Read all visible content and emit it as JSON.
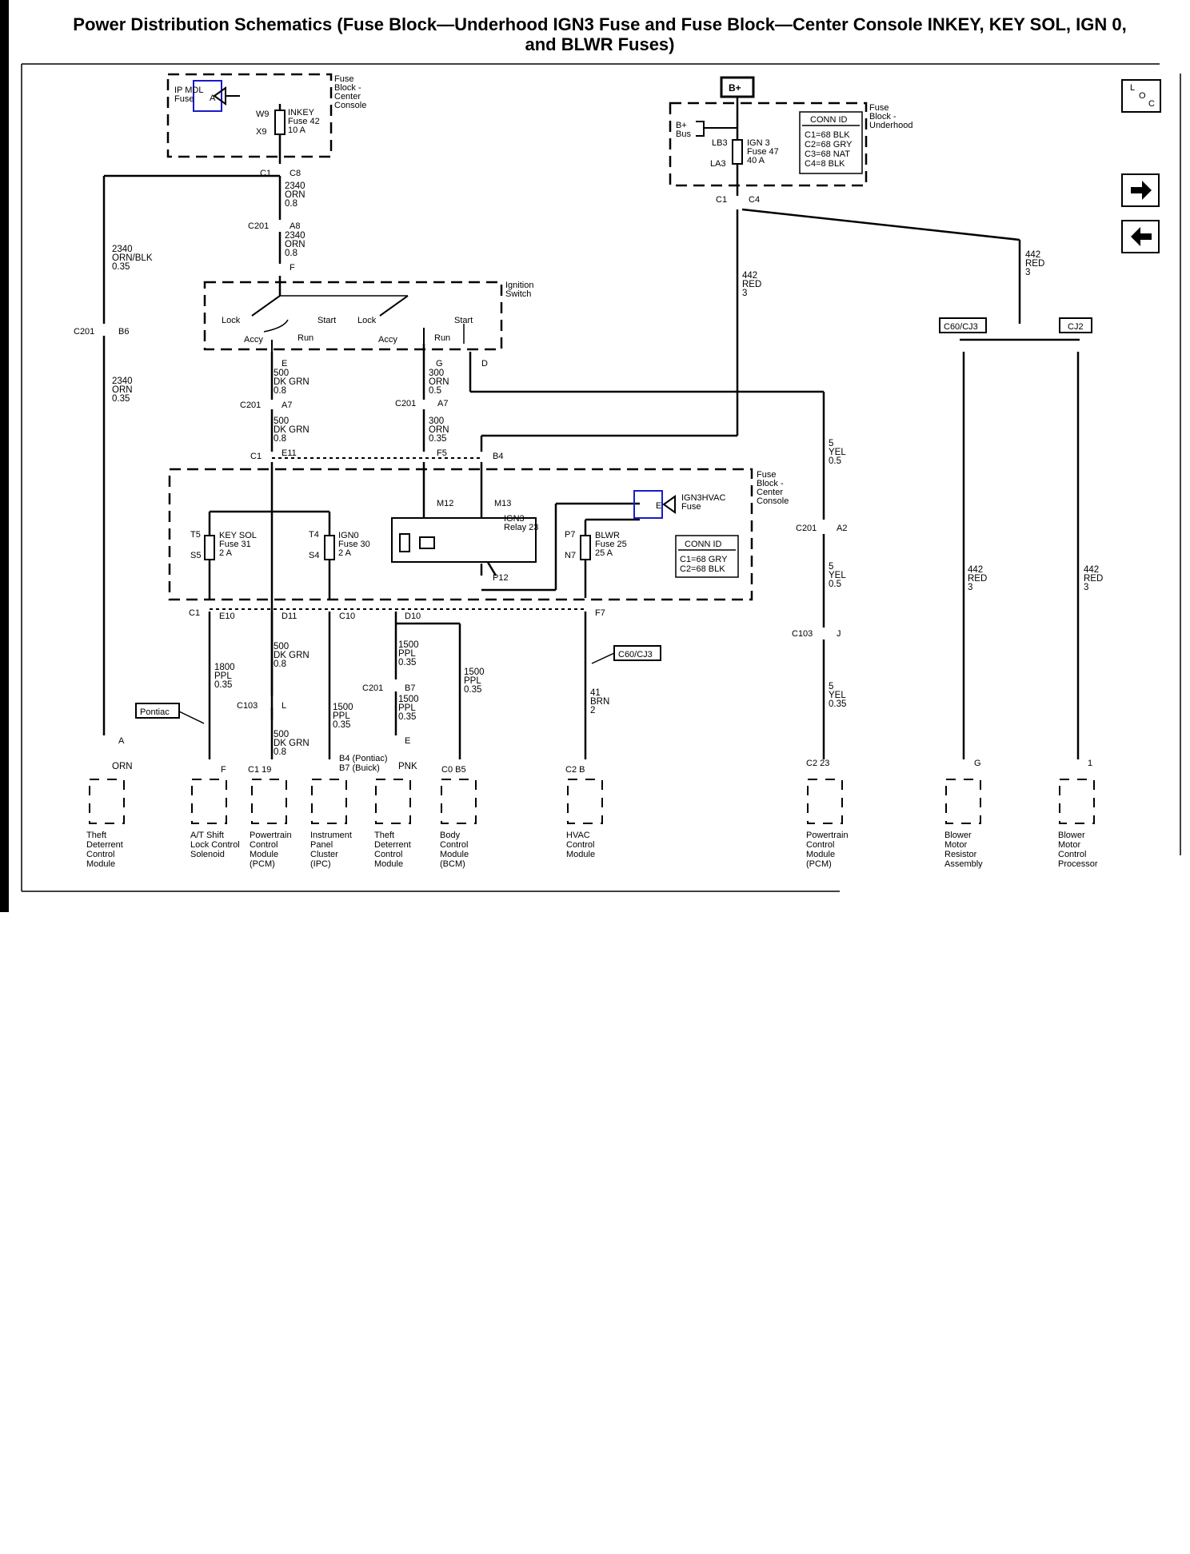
{
  "title": {
    "line1": "Power Distribution Schematics (Fuse Block—Underhood IGN3 Fuse and Fuse Block—Center Console INKEY, KEY SOL, IGN 0,",
    "line2": "and BLWR Fuses)"
  },
  "icons": {
    "loc": "L O C",
    "forward": "arrow-right-icon",
    "back": "arrow-left-icon"
  },
  "center_console_top": {
    "label": "Fuse\nBlock -\nCenter\nConsole",
    "ip_mdl": "IP MDL\nFuse",
    "pin_a": "A",
    "w9": "W9",
    "x9": "X9",
    "fuse": "INKEY\nFuse 42\n10 A"
  },
  "underhood": {
    "bplus": "B+",
    "bus": "B+\nBus",
    "lb3": "LB3",
    "la3": "LA3",
    "fuse": "IGN 3\nFuse 47\n40 A",
    "label": "Fuse\nBlock -\nUnderhood",
    "conn_title": "CONN ID",
    "conn_items": [
      "C1=68 BLK",
      "C2=68 GRY",
      "C3=68 NAT",
      "C4=8 BLK"
    ]
  },
  "conn_labels": {
    "c1_c8": [
      "C1",
      "C8"
    ],
    "c201_a8": [
      "C201",
      "A8"
    ],
    "c201_b6": [
      "C201",
      "B6"
    ],
    "c1_c4": [
      "C1",
      "C4"
    ],
    "pin_f": "F"
  },
  "wires": {
    "w2340_top": "2340\nORN\n0.8",
    "w2340_mid": "2340\nORN\n0.8",
    "w2340_blk": "2340\nORN/BLK\n0.35",
    "w2340_left": "2340\nORN\n0.35",
    "w442_top": "442\nRED\n3",
    "w442_right": "442\nRED\n3",
    "w500_a": "500\nDK GRN\n0.8",
    "w500_b": "500\nDK GRN\n0.8",
    "w300_a": "300\nORN\n0.5",
    "w300_b": "300\nORN\n0.35",
    "w5_a": "5\nYEL\n0.5",
    "w5_b": "5\nYEL\n0.5",
    "w5_c": "5\nYEL\n0.35",
    "w442_blower_a": "442\nRED\n3",
    "w442_blower_b": "442\nRED\n3",
    "w1800": "1800\nPPL\n0.35",
    "w500_c": "500\nDK GRN\n0.8",
    "w500_d": "500\nDK GRN\n0.8",
    "w1500_a": "1500\nPPL\n0.35",
    "w1500_b": "1500\nPPL\n0.35",
    "w1500_c": "1500\nPPL\n0.35",
    "w1500_d": "1500\nPPL\n0.35",
    "w41": "41\nBRN\n2",
    "orn": "ORN",
    "pnk": "PNK"
  },
  "ignition_switch": {
    "label": "Ignition\nSwitch",
    "lock1": "Lock",
    "start1": "Start",
    "accy1": "Accy",
    "run1": "Run",
    "lock2": "Lock",
    "start2": "Start",
    "accy2": "Accy",
    "run2": "Run",
    "pin_e": "E",
    "pin_g": "G",
    "pin_d": "D"
  },
  "mid_conns": {
    "c201_a7_l": [
      "C201",
      "A7"
    ],
    "c201_a7_r": [
      "C201",
      "A7"
    ],
    "c1_e11": [
      "C1",
      "E11"
    ],
    "f5": "F5",
    "b4": "B4",
    "c201_a2": [
      "C201",
      "A2"
    ],
    "c103_j": [
      "C103",
      "J"
    ]
  },
  "center_console_main": {
    "label": "Fuse\nBlock -\nCenter\nConsole",
    "t5": "T5",
    "s5": "S5",
    "key_sol": "KEY SOL\nFuse 31\n2 A",
    "t4": "T4",
    "s4": "S4",
    "ign0": "IGN0\nFuse 30\n2 A",
    "m12": "M12",
    "m13": "M13",
    "p12": "P12",
    "relay": "IGN3\nRelay 23",
    "hvac_fuse": "IGN3HVAC\nFuse",
    "pin_e": "E",
    "p7": "P7",
    "n7": "N7",
    "blwr": "BLWR\nFuse 25\n25 A",
    "conn_title": "CONN ID",
    "conn_items": [
      "C1=68 GRY",
      "C2=68 BLK"
    ]
  },
  "bottom_conns": {
    "c1": "C1",
    "e10": "E10",
    "d11": "D11",
    "c10": "C10",
    "d10": "D10",
    "f7": "F7",
    "c201_b7": [
      "C201",
      "B7"
    ],
    "c103_l": [
      "C103",
      "L"
    ],
    "pontiac": "Pontiac",
    "c60_cj3_a": "C60/CJ3",
    "c60_cj3_b": "C60/CJ3",
    "cj2": "CJ2"
  },
  "components": [
    {
      "pins": "A",
      "name": "Theft\nDeterrent\nControl\nModule"
    },
    {
      "pins": "F",
      "name": "A/T Shift\nLock Control\nSolenoid"
    },
    {
      "pins": "C1  19",
      "name": "Powertrain\nControl\nModule\n(PCM)"
    },
    {
      "pins": "B4 (Pontiac)\nB7 (Buick)",
      "name": "Instrument\nPanel\nCluster\n(IPC)"
    },
    {
      "pins": "E",
      "name": "Theft\nDeterrent\nControl\nModule"
    },
    {
      "pins": "C0  B5",
      "name": "Body\nControl\nModule\n(BCM)"
    },
    {
      "pins": "C2  B",
      "name": "HVAC\nControl\nModule"
    },
    {
      "pins": "C2  23",
      "name": "Powertrain\nControl\nModule\n(PCM)"
    },
    {
      "pins": "G",
      "name": "Blower\nMotor\nResistor\nAssembly"
    },
    {
      "pins": "1",
      "name": "Blower\nMotor\nControl\nProcessor"
    }
  ]
}
